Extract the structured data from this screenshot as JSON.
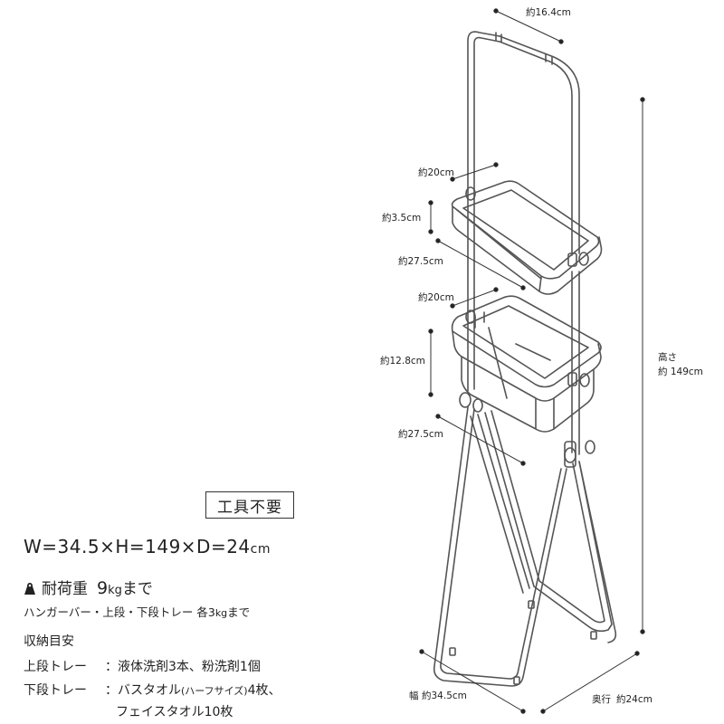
{
  "dimension_labels": {
    "top_width": "約16.4cm",
    "upper_tray_width": "約20cm",
    "upper_tray_height": "約3.5cm",
    "upper_tray_depth": "約27.5cm",
    "lower_tray_width": "約20cm",
    "lower_tray_height": "約12.8cm",
    "lower_tray_depth": "約27.5cm",
    "height_title": "高さ",
    "height_value": "約 149cm",
    "base_width_title": "幅",
    "base_width_value": "約34.5cm",
    "base_depth_title": "奥行",
    "base_depth_value": "約24cm"
  },
  "specs": {
    "badge": "工具不要",
    "dimensions_main": "W=34.5×H=149×D=24",
    "dimensions_unit": "cm",
    "load_label": "耐荷重",
    "load_value": "9",
    "load_unit": "kg",
    "load_suffix": "まで",
    "load_note_main": "ハンガーバー・上段・下段トレー 各3",
    "load_note_unit": "kg",
    "load_note_suffix": "まで",
    "capacity_title": "収納目安",
    "upper_key": "上段トレー",
    "upper_value": "：液体洗剤3本、粉洗剤1個",
    "lower_key": "下段トレー",
    "lower_value_a": "：バスタオル",
    "lower_value_b": "(ハーフサイズ)",
    "lower_value_c": "4枚、",
    "lower_value_d": "フェイスタオル10枚"
  }
}
